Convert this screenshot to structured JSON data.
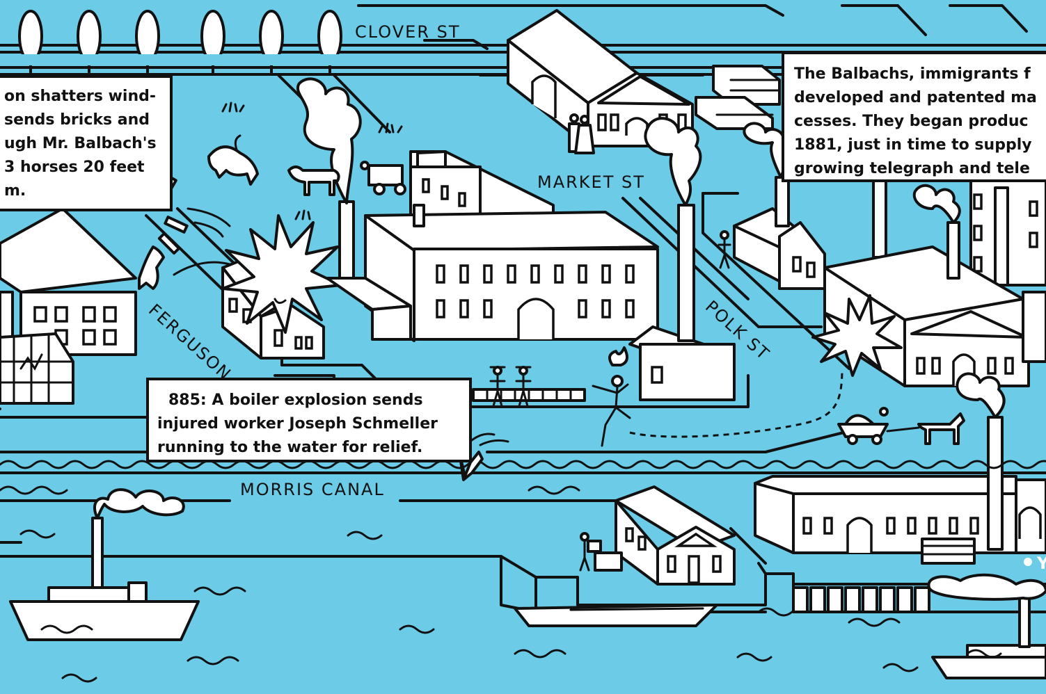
{
  "streets": {
    "clover": "CLOVER ST",
    "market": "MARKET ST",
    "ferguson": "FERGUSON ST",
    "polk": "POLK ST",
    "canal": "MORRIS CANAL"
  },
  "callouts": {
    "explosion_story": {
      "lines": [
        "on shatters wind-",
        "sends bricks and",
        "ugh Mr. Balbach's",
        " 3 horses 20 feet",
        "m."
      ]
    },
    "balbach_history": {
      "lines": [
        "The Balbachs, immigrants f",
        "developed and patented ma",
        "cesses. They began produc",
        "1881, just in time to supply",
        "growing telegraph and tele"
      ]
    },
    "boiler_explosion": {
      "lines": [
        "885: A boiler explosion sends",
        "injured worker Joseph Schmeller",
        "running to the water for relief."
      ]
    }
  },
  "partial_label": "Y",
  "colors": {
    "water": "#6ccbe6",
    "ink": "#111111",
    "paper": "#ffffff"
  }
}
